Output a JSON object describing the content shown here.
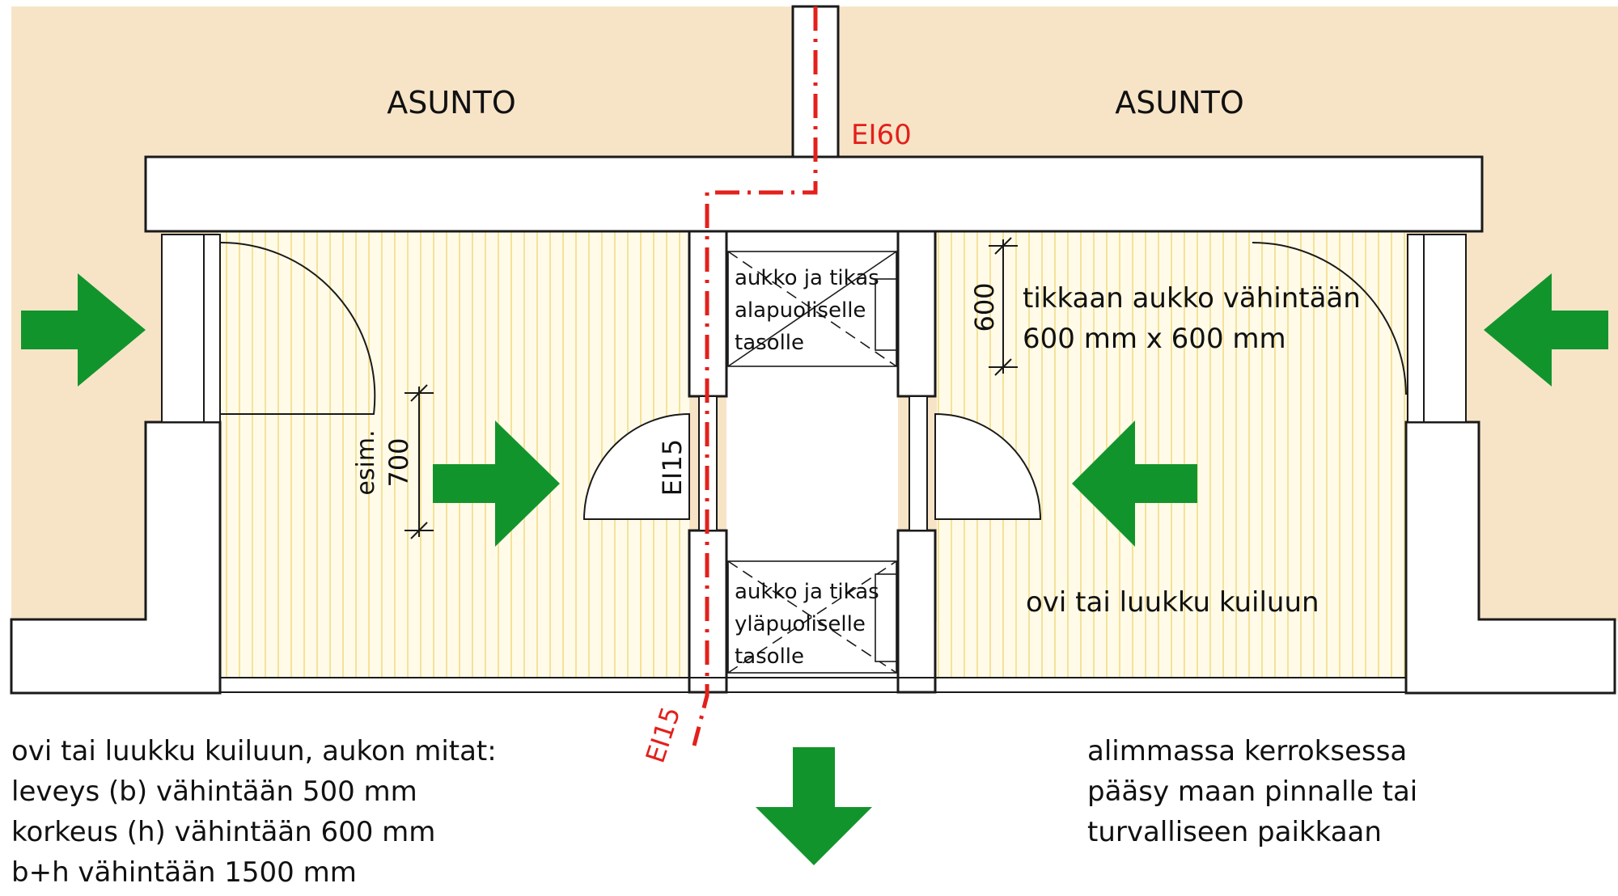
{
  "colors": {
    "apartment_fill": "#f7e4c7",
    "hatch_fill": "#fffbe8",
    "hatch_line": "#f1dc86",
    "wall_fill": "#ffffff",
    "line": "#1a1a1a",
    "fire_line": "#e3201b",
    "arrow": "#12942c"
  },
  "labels": {
    "apartment_left": "ASUNTO",
    "apartment_right": "ASUNTO",
    "rating_top": "EI60",
    "rating_door": "EI15",
    "rating_bottom": "EI15",
    "dim_door_line1": "esim.",
    "dim_door_line2": "700",
    "dim_hatch": "600",
    "ladder_lower": [
      "aukko ja tikas",
      "alapuoliselle",
      "tasolle"
    ],
    "ladder_upper": [
      "aukko ja tikas",
      "yläpuoliselle",
      "tasolle"
    ],
    "hatch_note": [
      "tikkaan aukko vähintään",
      "600 mm x 600 mm"
    ],
    "door_note": "ovi tai luukku kuiluun"
  },
  "notes": {
    "bottom_left": [
      "ovi tai luukku kuiluun, aukon mitat:",
      "leveys (b) vähintään 500 mm",
      "korkeus (h) vähintään 600 mm",
      "b+h vähintään 1500 mm"
    ],
    "bottom_right": [
      "alimmassa kerroksessa",
      "pääsy maan pinnalle tai",
      "turvalliseen paikkaan"
    ]
  },
  "icons": {
    "escape_arrows": [
      "arrow-right-icon",
      "arrow-left-icon",
      "arrow-down-icon"
    ]
  }
}
